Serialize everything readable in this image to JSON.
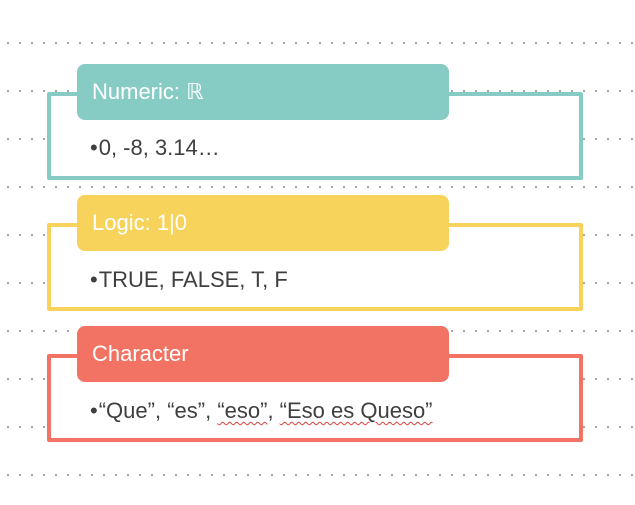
{
  "colors": {
    "numeric": "#86CBC4",
    "logic": "#F7D35C",
    "character": "#F27364"
  },
  "types": {
    "numeric": {
      "label": "Numeric: ℝ",
      "examples": "0, -8, 3.14…"
    },
    "logic": {
      "label": "Logic: 1|0",
      "examples": "TRUE, FALSE, T, F"
    },
    "character": {
      "label": "Character",
      "examples": [
        "“Que”",
        ", ",
        "“es”",
        ", ",
        "“eso”",
        ",  ",
        "“Eso es Queso”"
      ]
    }
  },
  "bullet_symbol": "•"
}
